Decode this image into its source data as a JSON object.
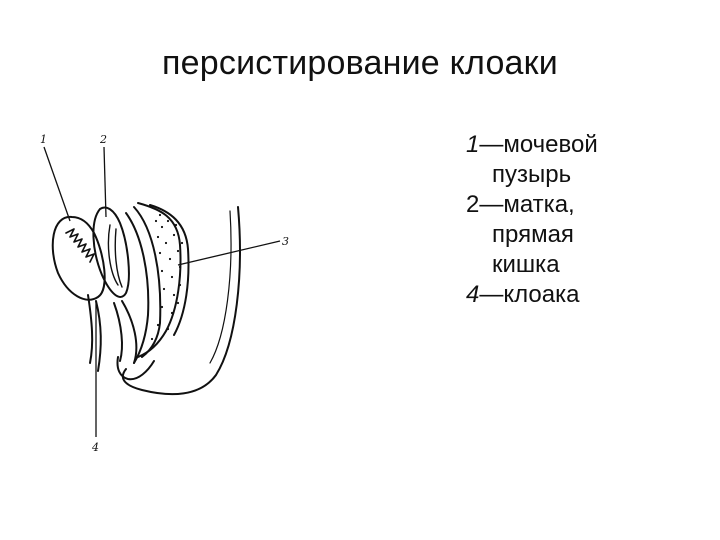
{
  "slide": {
    "title": "персистирование клоаки"
  },
  "figure": {
    "labels": {
      "l1": "1",
      "l2": "2",
      "l3": "3",
      "l4": "4"
    }
  },
  "legend": {
    "items": [
      {
        "num": "1",
        "lines": [
          "—мочевой",
          "пузырь"
        ],
        "num_style": "italic"
      },
      {
        "num": "2",
        "lines": [
          "—матка,",
          "прямая",
          "кишка"
        ],
        "num_style": "normal"
      },
      {
        "num": "4",
        "lines": [
          "—клоака"
        ],
        "num_style": "italic"
      }
    ]
  }
}
